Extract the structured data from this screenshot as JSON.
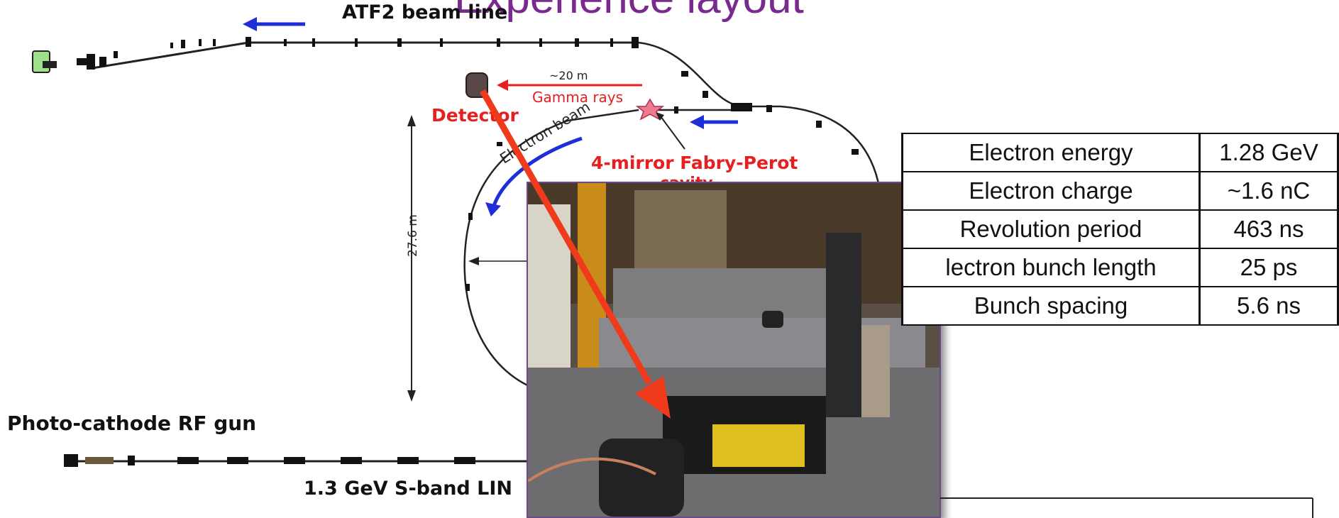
{
  "slide_title": "Experience layout",
  "beamline": {
    "atf2_label": "ATF2 beam line",
    "rf_gun_label": "Photo-cathode RF gun",
    "linac_label": "1.3 GeV S-band LIN",
    "detector_label": "Detector",
    "distance_label": "~20 m",
    "gamma_label": "Gamma rays",
    "electron_beam_label": "Electron beam",
    "fabry_perot_label": "4-mirror Fabry-Perot",
    "fabry_perot_label_2": "cavity",
    "height_label": "27.6 m"
  },
  "colors": {
    "title": "#7a2a8f",
    "red_annotation": "#e62020",
    "blue_arrow": "#1f2fd8",
    "photo_arrow": "#f03a1c"
  },
  "parameters_table": [
    {
      "name": "Electron energy",
      "value": "1.28 GeV"
    },
    {
      "name": "Electron charge",
      "value": "~1.6 nC"
    },
    {
      "name": "Revolution period",
      "value": "463 ns"
    },
    {
      "name": "lectron bunch length",
      "value": "25 ps"
    },
    {
      "name": "Bunch spacing",
      "value": "5.6 ns"
    }
  ]
}
